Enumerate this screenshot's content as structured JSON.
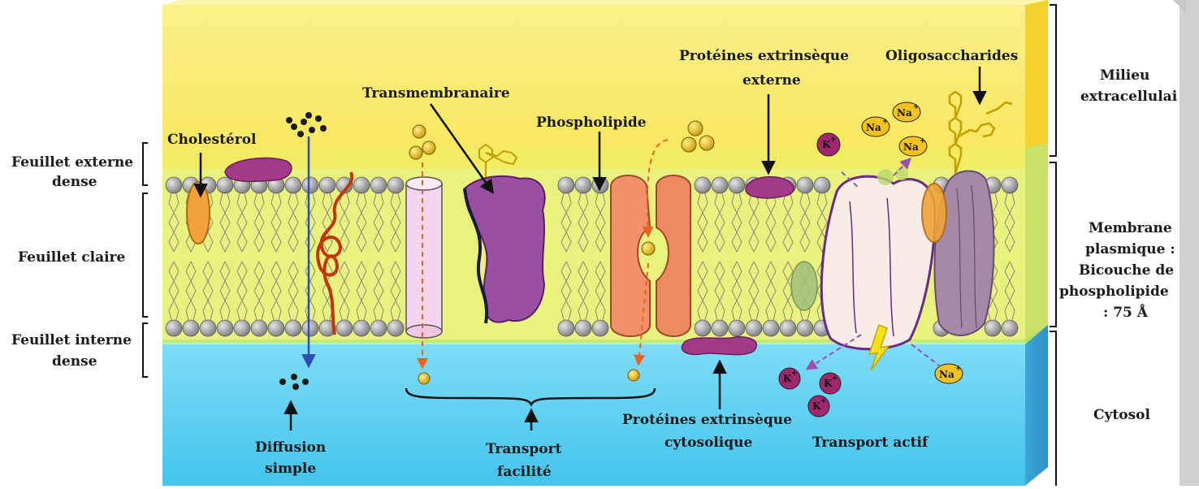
{
  "left_labels": {
    "outer_layer": [
      "Feuillet externe",
      "dense"
    ],
    "light_layer": [
      "Feuillet claire"
    ],
    "inner_layer": [
      "Feuillet interne",
      "dense"
    ]
  },
  "right_labels": {
    "extracellular": [
      "Milieu",
      "extracellulai"
    ],
    "membrane": [
      "Membrane",
      "plasmique :",
      "Bicouche de",
      "phospholipide",
      ": 75 Å"
    ],
    "cytosol": [
      "Cytosol"
    ]
  },
  "top_labels": {
    "cholesterol": "Cholestérol",
    "transmembrane": "Transmembranaire",
    "phospholipid": "Phospholipide",
    "extrinsic_external": [
      "Protéines  extrinsèque",
      "externe"
    ],
    "oligosaccharides": "Oligosaccharides"
  },
  "bottom_labels": {
    "simple_diffusion": [
      "Diffusion",
      "simple"
    ],
    "facilitated_transport": [
      "Transport",
      "facilité"
    ],
    "extrinsic_cytosolic": [
      "Protéines  extrinsèque",
      "cytosolique"
    ],
    "active_transport": "Transport actif"
  },
  "ions": {
    "k": "K",
    "na": "Na",
    "plus": "+"
  },
  "colors": {
    "extracellular_yellow": "#fbef83",
    "membrane_green": "#e2f07c",
    "cytosol_blue": "#5fd0f0",
    "protein_purple": "#9b4fa3",
    "channel_orange": "#f2906a",
    "ion_circle": "#a0286e",
    "na_circle": "#f4c21f"
  }
}
